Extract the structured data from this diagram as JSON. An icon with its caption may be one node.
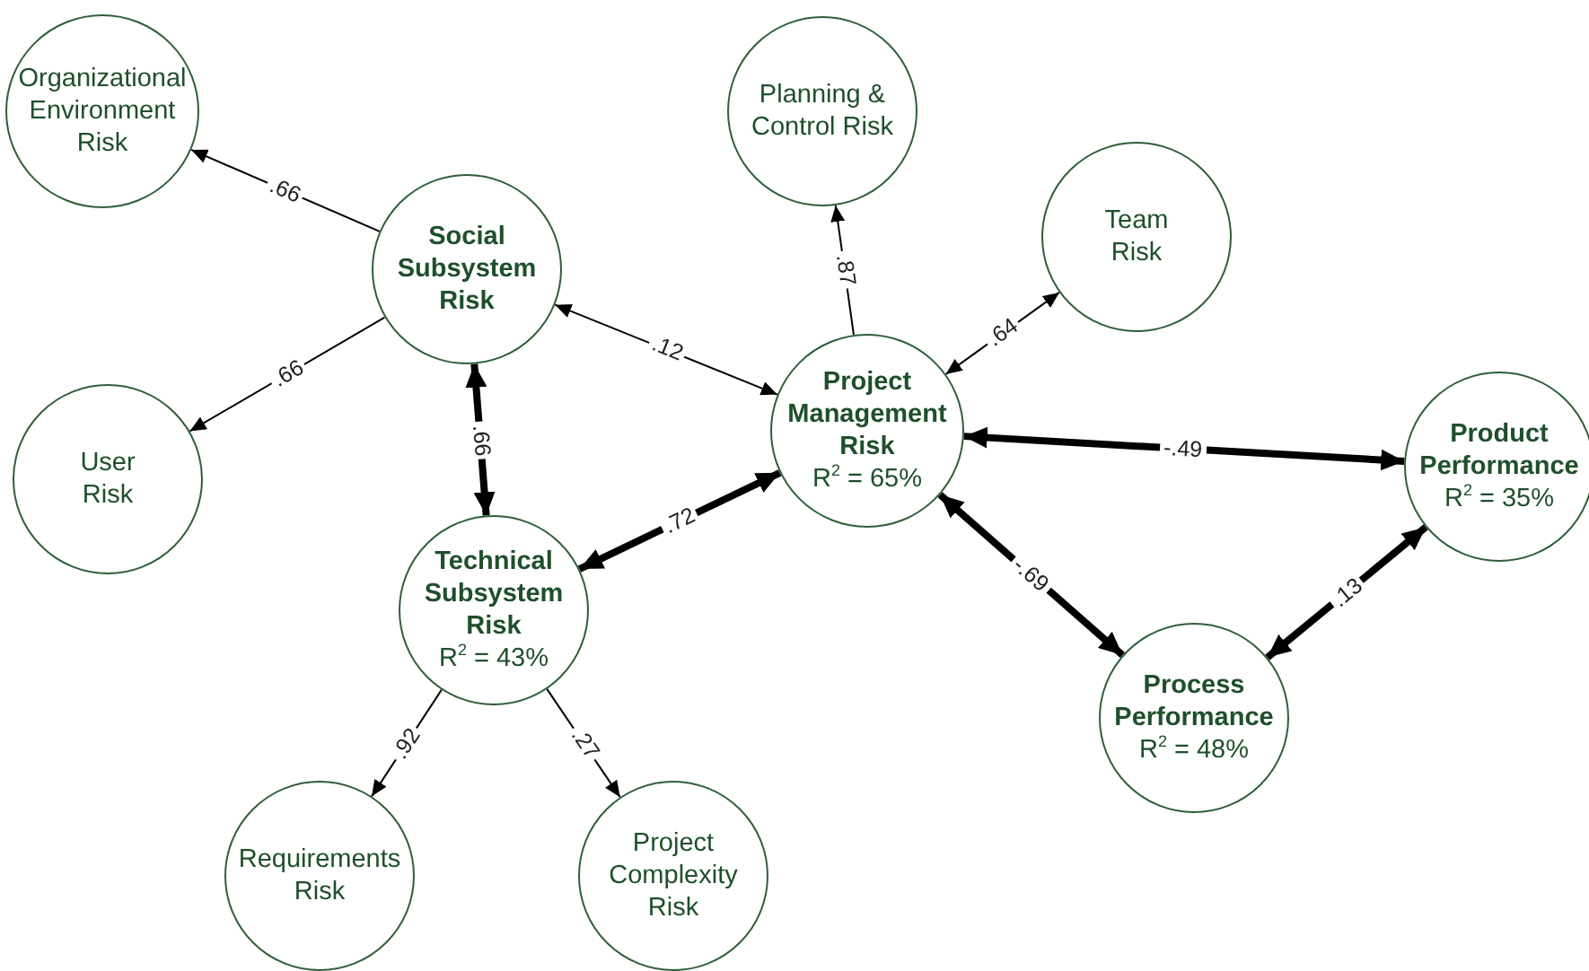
{
  "diagram": {
    "nodes": [
      {
        "text": [
          "Organizational Environment Risk"
        ]
      },
      {
        "text": [
          "Planning & Control Risk"
        ]
      },
      {
        "text": [
          "Social Subsystem Risk"
        ]
      },
      {
        "text": [
          "Team Risk"
        ]
      },
      {
        "text": [
          "User Risk"
        ]
      },
      {
        "text": [
          "Project Management Risk",
          "R$^{2}$ = 65%"
        ]
      },
      {
        "text": [
          "Product Performance",
          "R$^{2}$ = 35%"
        ]
      },
      {
        "text": [
          "Technical Subsystem Risk",
          "R$^{2}$ = 43%"
        ]
      },
      {
        "text": [
          "Process Performance",
          "R$^{2}$ = 48%"
        ]
      },
      {
        "text": [
          "Requirements Risk"
        ]
      },
      {
        "text": [
          "Project Complexity Risk"
        ]
      }
    ],
    "edges": [
      {
        "from": 2,
        "to": 0,
        "arrow": "to",
        "label": ".66"
      },
      {
        "from": 2,
        "to": 5,
        "arrow": "both",
        "label": ".12"
      },
      {
        "from": 2,
        "to": 4,
        "arrow": "to",
        "label": ".66"
      },
      {
        "from": 5,
        "to": 1,
        "arrow": "to",
        "label": ".87"
      },
      {
        "from": 5,
        "to": 3,
        "arrow": "both",
        "label": ".64"
      },
      {
        "from": 2,
        "to": 7,
        "arrow": "both",
        "label": ".66",
        "style": "thick"
      },
      {
        "from": 7,
        "to": 5,
        "arrow": "both",
        "label": ".72",
        "style": "thick"
      },
      {
        "from": 5,
        "to": 6,
        "arrow": "both",
        "label": "-.49",
        "style": "thick"
      },
      {
        "from": 5,
        "to": 8,
        "arrow": "both",
        "label": "-.69",
        "style": "thick"
      },
      {
        "from": 8,
        "to": 6,
        "arrow": "both",
        "label": ".13",
        "style": "thick"
      },
      {
        "from": 7,
        "to": 9,
        "arrow": "to",
        "label": ".92"
      },
      {
        "from": 7,
        "to": 10,
        "arrow": "to",
        "label": ".27"
      }
    ]
  }
}
